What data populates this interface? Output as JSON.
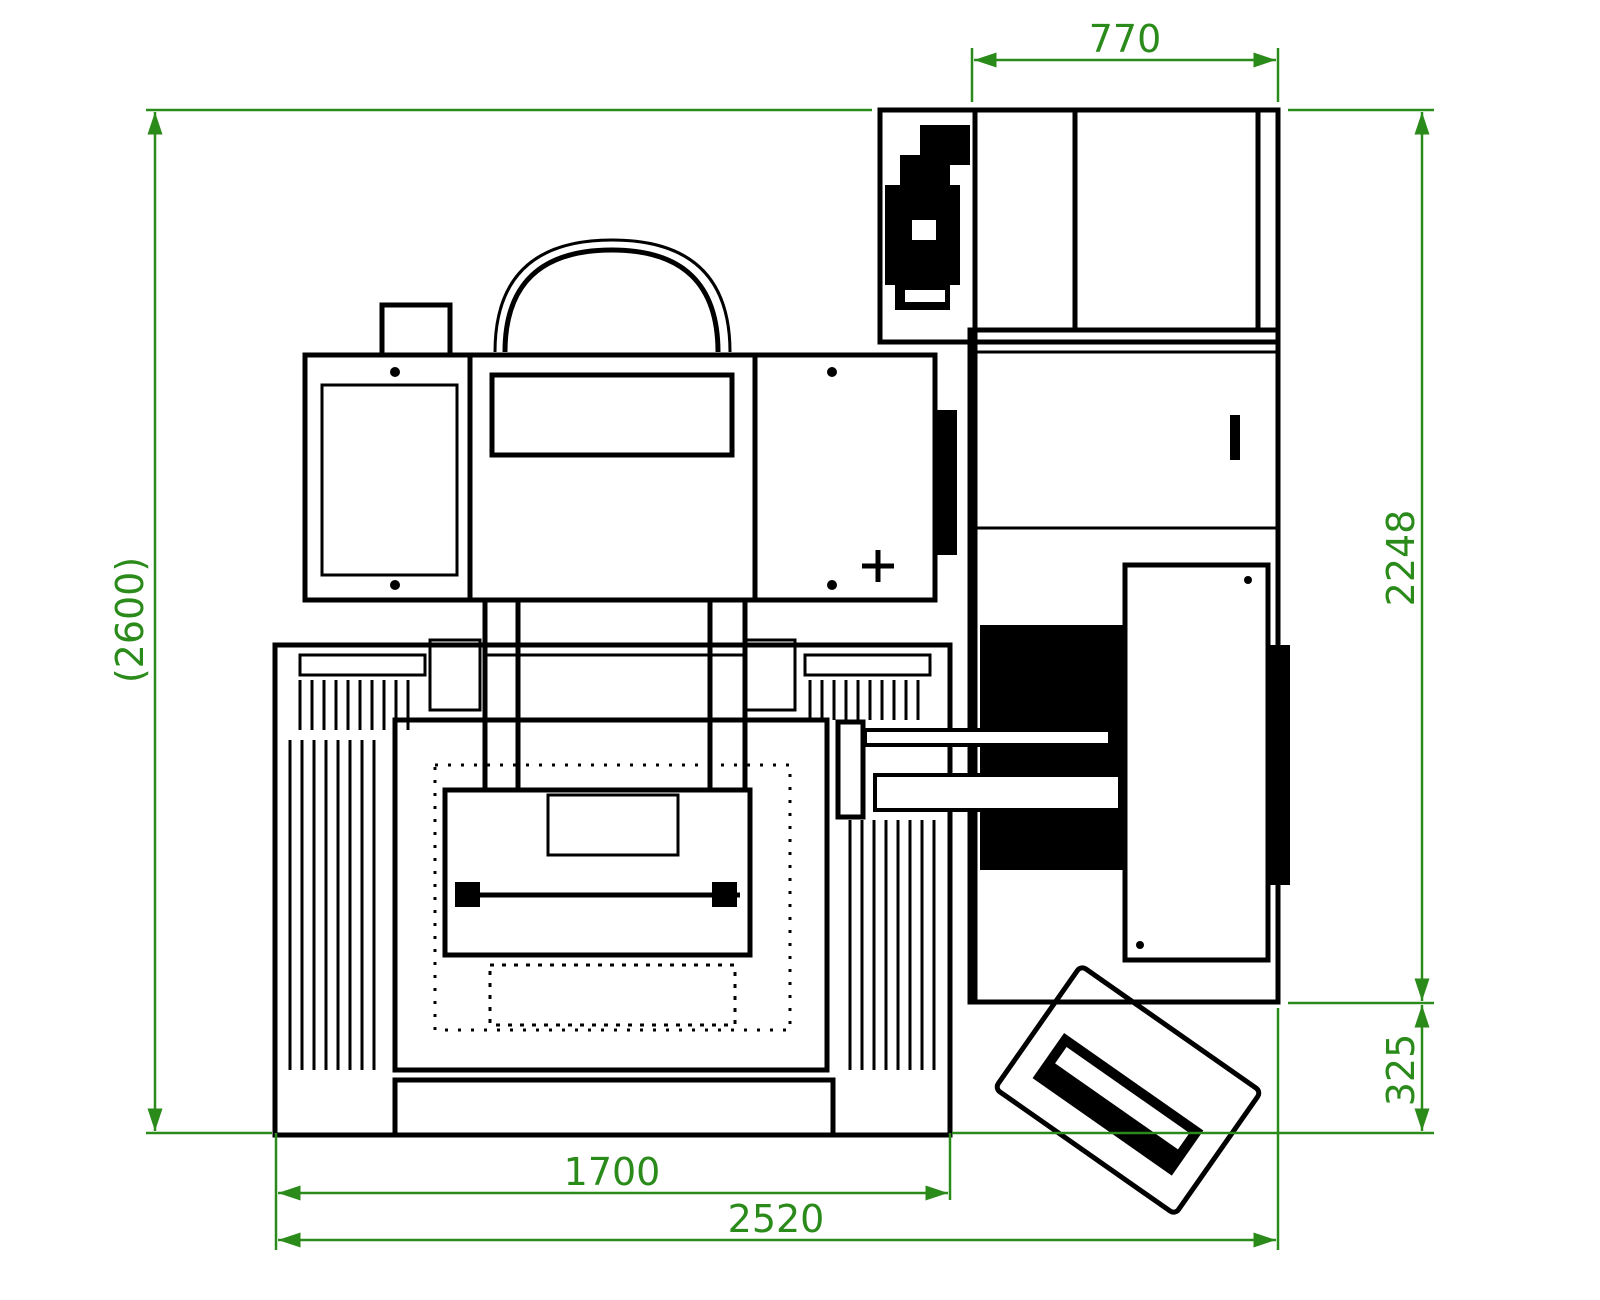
{
  "dimensions": {
    "top_width": "770",
    "total_height": "(2600)",
    "right_height": "2248",
    "panel_offset": "325",
    "base_width": "1700",
    "total_width": "2520"
  },
  "colors": {
    "dimension": "#2a8a1a",
    "linework": "#000000"
  }
}
